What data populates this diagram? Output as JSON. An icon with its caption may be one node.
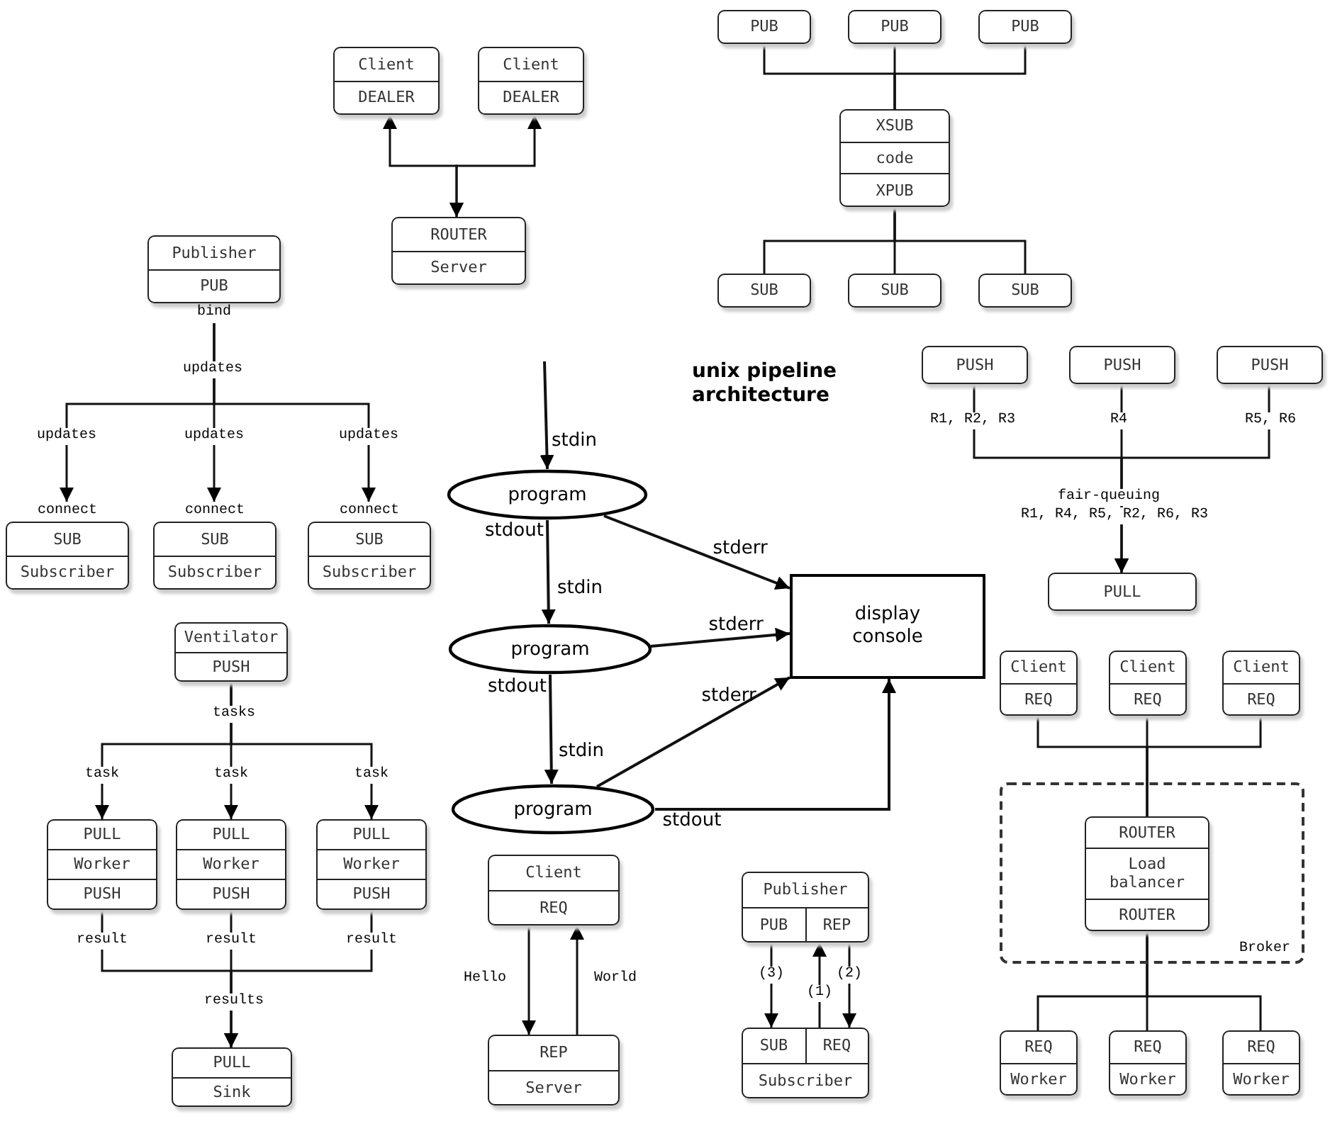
{
  "diagram": {
    "nodes": [
      {
        "text": [
          "Client",
          "DEALER"
        ]
      },
      {
        "text": [
          "Client",
          "DEALER"
        ]
      },
      {
        "text": [
          "ROUTER",
          "Server"
        ]
      },
      {
        "text": [
          "PUB"
        ]
      },
      {
        "text": [
          "PUB"
        ]
      },
      {
        "text": [
          "PUB"
        ]
      },
      {
        "text": [
          "XSUB",
          "code",
          "XPUB"
        ]
      },
      {
        "text": [
          "SUB"
        ]
      },
      {
        "text": [
          "SUB"
        ]
      },
      {
        "text": [
          "SUB"
        ]
      },
      {
        "text": [
          "Publisher",
          "PUB"
        ],
        "beside": [
          "bind"
        ]
      },
      {
        "text": [
          "SUB",
          "Subscriber"
        ],
        "beside": [
          "connect"
        ]
      },
      {
        "text": [
          "SUB",
          "Subscriber"
        ],
        "beside": [
          "connect"
        ]
      },
      {
        "text": [
          "SUB",
          "Subscriber"
        ],
        "beside": [
          "connect"
        ]
      },
      {
        "text": [
          "program"
        ],
        "beside": [
          "stdout"
        ]
      },
      {
        "text": [
          "program"
        ],
        "beside": [
          "stdout"
        ]
      },
      {
        "text": [
          "program"
        ]
      },
      {
        "text": [
          "display console"
        ]
      },
      {
        "text": [
          "PUSH"
        ]
      },
      {
        "text": [
          "PUSH"
        ]
      },
      {
        "text": [
          "PUSH"
        ]
      },
      {
        "text": [
          "PULL"
        ]
      },
      {
        "text": [
          "Ventilator",
          "PUSH"
        ]
      },
      {
        "text": [
          "PULL",
          "Worker",
          "PUSH"
        ]
      },
      {
        "text": [
          "PULL",
          "Worker",
          "PUSH"
        ]
      },
      {
        "text": [
          "PULL",
          "Worker",
          "PUSH"
        ]
      },
      {
        "text": [
          "PULL",
          "Sink"
        ]
      },
      {
        "text": [
          "Client",
          "REQ"
        ]
      },
      {
        "text": [
          "REP",
          "Server"
        ]
      },
      {
        "text": [
          "Publisher",
          "PUB",
          "REP"
        ]
      },
      {
        "text": [
          "SUB",
          "REQ",
          "Subscriber"
        ]
      },
      {
        "text": [
          "Client",
          "REQ"
        ]
      },
      {
        "text": [
          "Client",
          "REQ"
        ]
      },
      {
        "text": [
          "Client",
          "REQ"
        ]
      },
      {
        "text": [
          "Broker"
        ]
      },
      {
        "text": [
          "ROUTER",
          "Load balancer",
          "ROUTER"
        ],
        "in": 34
      },
      {
        "text": [
          "REQ",
          "Worker"
        ]
      },
      {
        "text": [
          "REQ",
          "Worker"
        ]
      },
      {
        "text": [
          "REQ",
          "Worker"
        ]
      }
    ],
    "edges": [
      {
        "from": 0,
        "to": 2,
        "arrow": "both"
      },
      {
        "from": 1,
        "to": 2,
        "arrow": "both"
      },
      {
        "from": 3,
        "to": 6,
        "arrow": "none"
      },
      {
        "from": 4,
        "to": 6,
        "arrow": "none"
      },
      {
        "from": 5,
        "to": 6,
        "arrow": "none"
      },
      {
        "from": 6,
        "to": 7,
        "arrow": "none"
      },
      {
        "from": 6,
        "to": 8,
        "arrow": "none"
      },
      {
        "from": 6,
        "to": 9,
        "arrow": "none"
      },
      {
        "from": 10,
        "to": 11,
        "arrow": "to",
        "label": "updates"
      },
      {
        "from": 10,
        "to": 12,
        "arrow": "to",
        "label": "updates"
      },
      {
        "from": 10,
        "to": 13,
        "arrow": "to",
        "label": "updates"
      },
      {
        "from": null,
        "to": 14,
        "arrow": "to",
        "label": "stdin"
      },
      {
        "from": 14,
        "to": 15,
        "arrow": "to",
        "label": "stdin"
      },
      {
        "from": 15,
        "to": 16,
        "arrow": "to",
        "label": "stdin"
      },
      {
        "from": 14,
        "to": 17,
        "arrow": "to",
        "label": "stderr"
      },
      {
        "from": 15,
        "to": 17,
        "arrow": "to",
        "label": "stderr"
      },
      {
        "from": 16,
        "to": 17,
        "arrow": "to",
        "label": "stderr"
      },
      {
        "from": 16,
        "to": 17,
        "arrow": "to",
        "label": "stdout"
      },
      {
        "from": 18,
        "to": 21,
        "arrow": "to",
        "label": "R1, R2, R3"
      },
      {
        "from": 19,
        "to": 21,
        "arrow": "to",
        "label": "R4"
      },
      {
        "from": 20,
        "to": 21,
        "arrow": "to",
        "label": "R5, R6"
      },
      {
        "from": 22,
        "to": 23,
        "arrow": "to",
        "label": "task"
      },
      {
        "from": 22,
        "to": 24,
        "arrow": "to",
        "label": "task"
      },
      {
        "from": 22,
        "to": 25,
        "arrow": "to",
        "label": "task"
      },
      {
        "from": 23,
        "to": 26,
        "arrow": "to",
        "label": "result"
      },
      {
        "from": 24,
        "to": 26,
        "arrow": "to",
        "label": "result"
      },
      {
        "from": 25,
        "to": 26,
        "arrow": "to",
        "label": "result"
      },
      {
        "from": 27,
        "to": 28,
        "arrow": "to",
        "label": "Hello"
      },
      {
        "from": 28,
        "to": 27,
        "arrow": "to",
        "label": "World"
      },
      {
        "from": 29,
        "to": 30,
        "arrow": "to",
        "label": "(3)"
      },
      {
        "from": 30,
        "to": 29,
        "arrow": "to",
        "label": "(1)"
      },
      {
        "from": 29,
        "to": 30,
        "arrow": "to",
        "label": "(2)"
      },
      {
        "from": 31,
        "to": 35,
        "arrow": "none"
      },
      {
        "from": 32,
        "to": 35,
        "arrow": "none"
      },
      {
        "from": 33,
        "to": 35,
        "arrow": "none"
      },
      {
        "from": 35,
        "to": 36,
        "arrow": "none"
      },
      {
        "from": 35,
        "to": 37,
        "arrow": "none"
      },
      {
        "from": 35,
        "to": 38,
        "arrow": "none"
      }
    ],
    "labels": [
      "updates",
      "unix pipeline architecture",
      "fair-queuing",
      "R1, R4, R5, R2, R6, R3",
      "tasks",
      "results"
    ]
  }
}
